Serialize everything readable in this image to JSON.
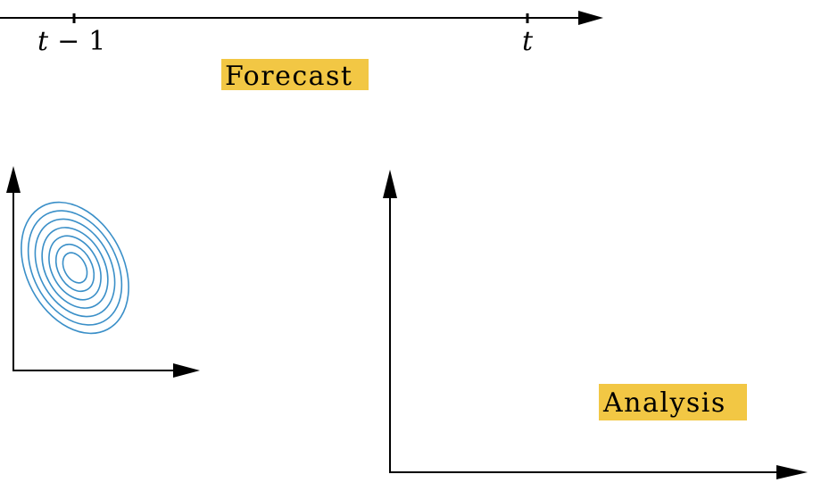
{
  "timeline": {
    "tick_prev_label": "t − 1",
    "tick_prev_var": "t",
    "tick_prev_op": "−",
    "tick_prev_num": "1",
    "tick_curr_label": "t"
  },
  "labels": {
    "forecast": "Forecast",
    "analysis": "Analysis"
  },
  "colors": {
    "highlight": "#f2c744",
    "contour": "#3a8fc8",
    "axis": "#000000"
  }
}
